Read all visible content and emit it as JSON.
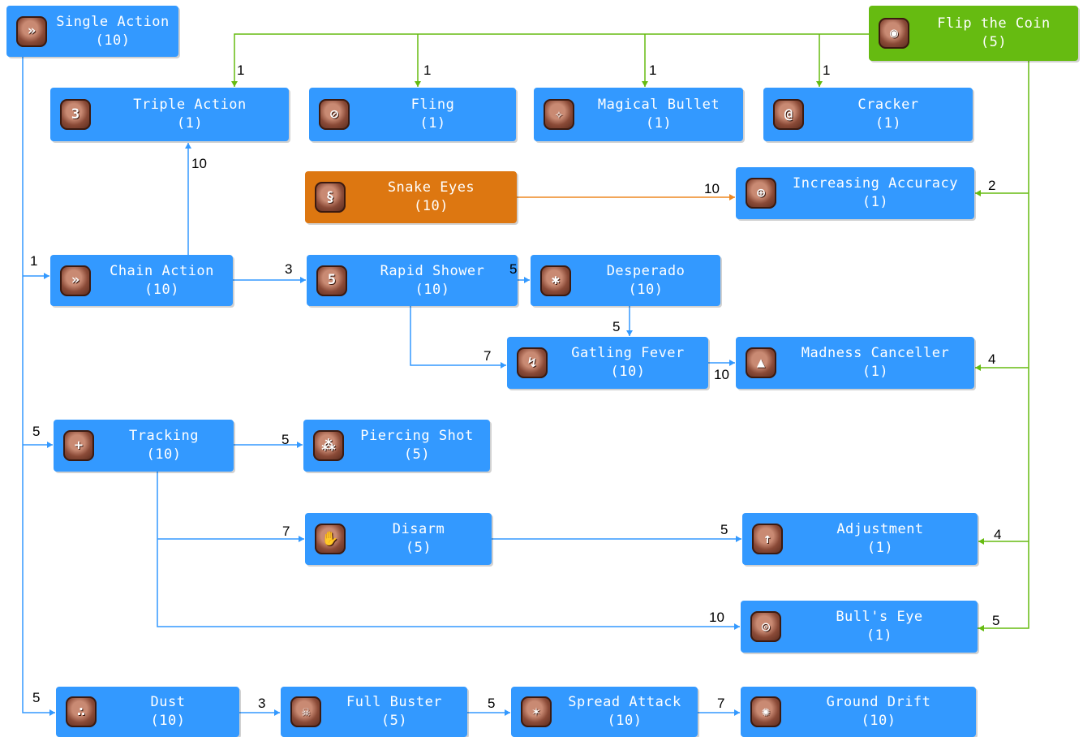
{
  "colors": {
    "node_blue": "#3399ff",
    "node_green": "#66bb11",
    "node_orange": "#dd7711",
    "line_blue": "#3399ff",
    "line_green": "#66bb11",
    "line_orange": "#ee8822"
  },
  "skills": [
    {
      "id": "single_action",
      "name": "Single Action",
      "level": "(10)",
      "icon": "chevron-icon",
      "color": "blue"
    },
    {
      "id": "flip_the_coin",
      "name": "Flip the Coin",
      "level": "(5)",
      "icon": "coin-icon",
      "color": "green"
    },
    {
      "id": "triple_action",
      "name": "Triple Action",
      "level": "(1)",
      "icon": "triple-target-icon",
      "color": "blue"
    },
    {
      "id": "fling",
      "name": "Fling",
      "level": "(1)",
      "icon": "coin-throw-icon",
      "color": "blue"
    },
    {
      "id": "magical_bullet",
      "name": "Magical Bullet",
      "level": "(1)",
      "icon": "magic-target-icon",
      "color": "blue"
    },
    {
      "id": "cracker",
      "name": "Cracker",
      "level": "(1)",
      "icon": "swirl-icon",
      "color": "blue"
    },
    {
      "id": "snake_eyes",
      "name": "Snake Eyes",
      "level": "(10)",
      "icon": "snake-icon",
      "color": "orange"
    },
    {
      "id": "increasing_accuracy",
      "name": "Increasing Accuracy",
      "level": "(1)",
      "icon": "accuracy-icon",
      "color": "blue"
    },
    {
      "id": "chain_action",
      "name": "Chain Action",
      "level": "(10)",
      "icon": "double-chevron-icon",
      "color": "blue"
    },
    {
      "id": "rapid_shower",
      "name": "Rapid Shower",
      "level": "(10)",
      "icon": "five-target-icon",
      "color": "blue"
    },
    {
      "id": "desperado",
      "name": "Desperado",
      "level": "(10)",
      "icon": "scatter-icon",
      "color": "blue"
    },
    {
      "id": "gatling_fever",
      "name": "Gatling Fever",
      "level": "(10)",
      "icon": "gatling-icon",
      "color": "blue"
    },
    {
      "id": "madness_canceller",
      "name": "Madness Canceller",
      "level": "(1)",
      "icon": "shield-arrows-icon",
      "color": "blue"
    },
    {
      "id": "tracking",
      "name": "Tracking",
      "level": "(10)",
      "icon": "crosshair-icon",
      "color": "blue"
    },
    {
      "id": "piercing_shot",
      "name": "Piercing Shot",
      "level": "(5)",
      "icon": "bullets-icon",
      "color": "blue"
    },
    {
      "id": "disarm",
      "name": "Disarm",
      "level": "(5)",
      "icon": "hand-icon",
      "color": "blue"
    },
    {
      "id": "adjustment",
      "name": "Adjustment",
      "level": "(1)",
      "icon": "con-icon",
      "color": "blue"
    },
    {
      "id": "bulls_eye",
      "name": "Bull's Eye",
      "level": "(1)",
      "icon": "bullseye-icon",
      "color": "blue"
    },
    {
      "id": "dust",
      "name": "Dust",
      "level": "(10)",
      "icon": "dust-icon",
      "color": "blue"
    },
    {
      "id": "full_buster",
      "name": "Full Buster",
      "level": "(5)",
      "icon": "skull-icon",
      "color": "blue"
    },
    {
      "id": "spread_attack",
      "name": "Spread Attack",
      "level": "(10)",
      "icon": "spread-icon",
      "color": "blue"
    },
    {
      "id": "ground_drift",
      "name": "Ground Drift",
      "level": "(10)",
      "icon": "explosion-icon",
      "color": "blue"
    }
  ],
  "requirements": [
    {
      "from": "flip_the_coin",
      "to": "triple_action",
      "level": "1"
    },
    {
      "from": "flip_the_coin",
      "to": "fling",
      "level": "1"
    },
    {
      "from": "flip_the_coin",
      "to": "magical_bullet",
      "level": "1"
    },
    {
      "from": "flip_the_coin",
      "to": "cracker",
      "level": "1"
    },
    {
      "from": "flip_the_coin",
      "to": "increasing_accuracy",
      "level": "2"
    },
    {
      "from": "flip_the_coin",
      "to": "madness_canceller",
      "level": "4"
    },
    {
      "from": "flip_the_coin",
      "to": "adjustment",
      "level": "4"
    },
    {
      "from": "flip_the_coin",
      "to": "bulls_eye",
      "level": "5"
    },
    {
      "from": "chain_action",
      "to": "triple_action",
      "level": "10"
    },
    {
      "from": "snake_eyes",
      "to": "increasing_accuracy",
      "level": "10"
    },
    {
      "from": "single_action",
      "to": "chain_action",
      "level": "1"
    },
    {
      "from": "chain_action",
      "to": "rapid_shower",
      "level": "3"
    },
    {
      "from": "rapid_shower",
      "to": "desperado",
      "level": "5"
    },
    {
      "from": "desperado",
      "to": "gatling_fever",
      "level": "5"
    },
    {
      "from": "rapid_shower",
      "to": "gatling_fever",
      "level": "7"
    },
    {
      "from": "gatling_fever",
      "to": "madness_canceller",
      "level": "10"
    },
    {
      "from": "single_action",
      "to": "tracking",
      "level": "5"
    },
    {
      "from": "tracking",
      "to": "piercing_shot",
      "level": "5"
    },
    {
      "from": "tracking",
      "to": "disarm",
      "level": "7"
    },
    {
      "from": "disarm",
      "to": "adjustment",
      "level": "5"
    },
    {
      "from": "tracking",
      "to": "bulls_eye",
      "level": "10"
    },
    {
      "from": "single_action",
      "to": "dust",
      "level": "5"
    },
    {
      "from": "dust",
      "to": "full_buster",
      "level": "3"
    },
    {
      "from": "full_buster",
      "to": "spread_attack",
      "level": "5"
    },
    {
      "from": "spread_attack",
      "to": "ground_drift",
      "level": "7"
    }
  ]
}
